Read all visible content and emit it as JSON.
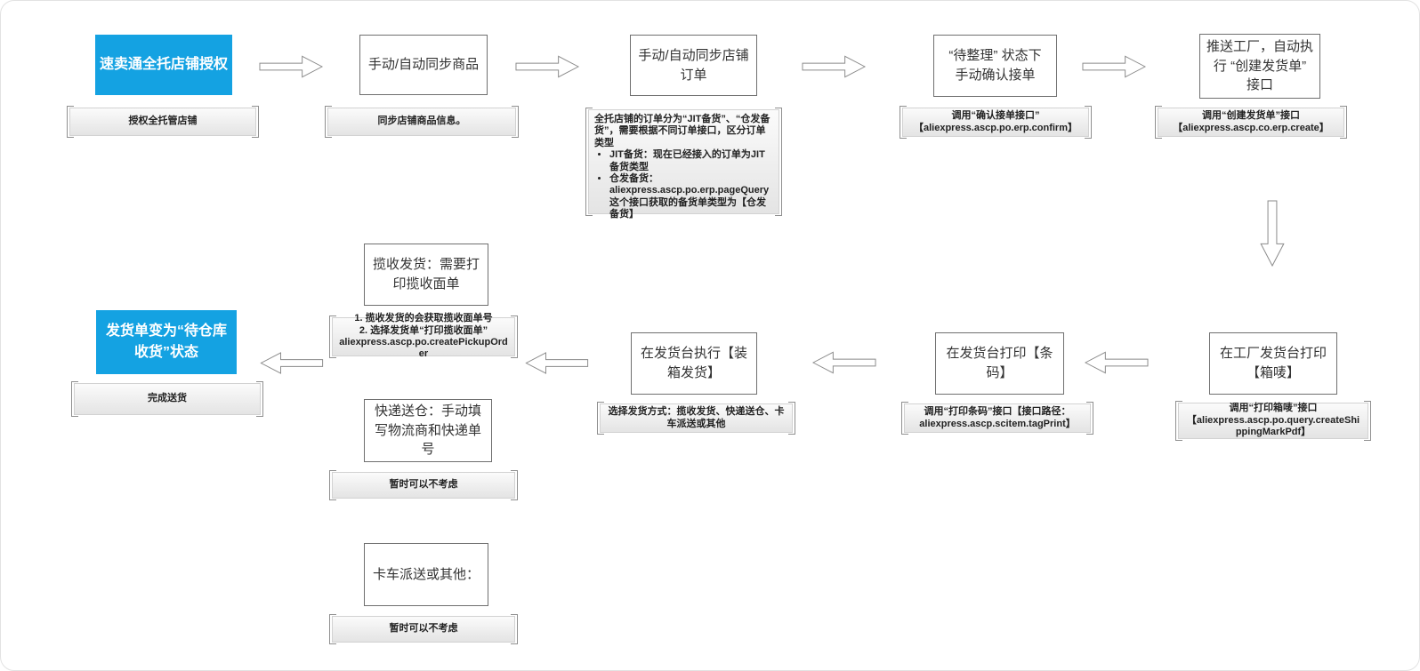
{
  "colors": {
    "accent_blue": "#14a2e2",
    "box_border": "#6f6f6f",
    "note_bracket": "#8f8f8f",
    "note_fill": "#ececec"
  },
  "flow": {
    "authorize": {
      "title": "速卖通全托店铺授权",
      "note": "授权全托管店铺"
    },
    "sync_products": {
      "title": "手动/自动同步商品",
      "note": "同步店铺商品信息。"
    },
    "sync_orders": {
      "title": "手动/自动同步店铺\n订单",
      "note_intro": "全托店铺的订单分为“JIT备货”、“仓发备货”，需要根据不同订单接口，区分订单类型",
      "note_bullets": [
        "JIT备货：现在已经接入的订单为JIT备货类型",
        "仓发备货：\naliexpress.ascp.po.erp.pageQuery\n这个接口获取的备货单类型为【仓发备货】"
      ]
    },
    "confirm_order": {
      "title": "“待整理” 状态下\n手动确认接单",
      "note": "调用“确认接单接口”\n【aliexpress.ascp.po.erp.confirm】"
    },
    "push_factory": {
      "title": "推送工厂，自动执\n行 “创建发货单”\n接口",
      "note": "调用“创建发货单”接口\n【aliexpress.ascp.co.erp.create】"
    },
    "print_mark": {
      "title": "在工厂发货台打印\n【箱唛】",
      "note": "调用“打印箱唛”接口\n【aliexpress.ascp.po.query.createShippingMarkPdf】"
    },
    "print_barcode": {
      "title": "在发货台打印【条\n码】",
      "note": "调用“打印条码”接口【接口路径：\naliexpress.ascp.scitem.tagPrint】"
    },
    "pack_ship": {
      "title": "在发货台执行【装\n箱发货】",
      "note": "选择发货方式：揽收发货、快递送仓、卡车派送或其他"
    },
    "pickup": {
      "title": "揽收发货：需要打\n印揽收面单",
      "note": "1. 揽收发货的会获取揽收面单号\n2. 选择发货单“打印揽收面单”\naliexpress.ascp.po.createPickupOrder"
    },
    "warehouse_pending": {
      "title": "发货单变为“待仓库\n收货”状态",
      "note": "完成送货"
    },
    "express": {
      "title": "快递送仓：手动填\n写物流商和快递单\n号",
      "note": "暂时可以不考虑"
    },
    "truck": {
      "title": "卡车派送或其他：",
      "note": "暂时可以不考虑"
    }
  }
}
